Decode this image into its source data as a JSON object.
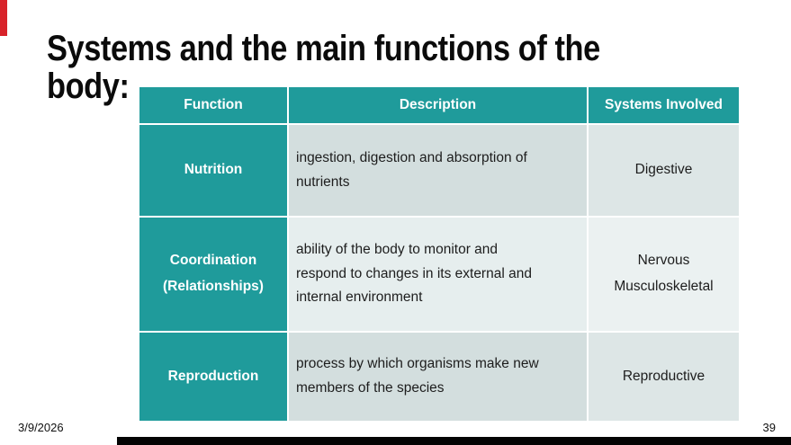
{
  "slide": {
    "title_lines": [
      "Systems and the main functions of the",
      "body:"
    ],
    "footer": {
      "date": "3/9/2026",
      "page_number": "39"
    }
  },
  "table": {
    "headers": [
      "Function",
      "Description",
      "Systems Involved"
    ],
    "rows": [
      {
        "function_lines": [
          "Nutrition"
        ],
        "description_lines": [
          "ingestion, digestion and absorption of",
          "nutrients"
        ],
        "systems_lines": [
          "Digestive"
        ]
      },
      {
        "function_lines": [
          "Coordination",
          "(Relationships)"
        ],
        "description_lines": [
          "ability of the body to monitor and",
          "respond to changes in its external and",
          "internal environment"
        ],
        "systems_lines": [
          "Nervous",
          "Musculoskeletal"
        ]
      },
      {
        "function_lines": [
          "Reproduction"
        ],
        "description_lines": [
          "process by which organisms make new",
          "members of the species"
        ],
        "systems_lines": [
          "Reproductive"
        ]
      }
    ]
  },
  "colors": {
    "table_teal": "#1f9b9b",
    "row_shade_dark": "#d3dede",
    "row_shade_light": "#e6eeee",
    "accent_red": "#d8232a",
    "bottom_bar_black": "#030303",
    "header_text": "#ffffff",
    "body_text": "#1d1d1d"
  }
}
